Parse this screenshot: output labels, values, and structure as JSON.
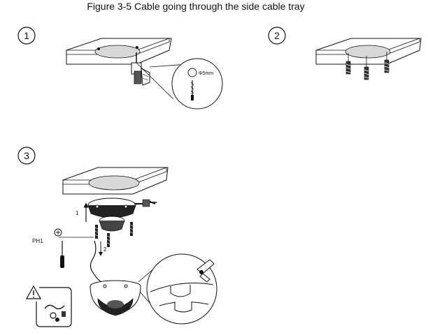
{
  "figure": {
    "title": "Figure 3-5 Cable going through the side cable tray"
  },
  "steps": [
    {
      "number": "1"
    },
    {
      "number": "2"
    },
    {
      "number": "3"
    }
  ],
  "callouts": {
    "drill_size": "Φ5mm",
    "screwdriver_type": "PH1",
    "arrow_1": "1",
    "arrow_2": "2"
  },
  "icons": {
    "warning": "warning-triangle-icon",
    "cable_anti_tangle": "cable-icon"
  }
}
